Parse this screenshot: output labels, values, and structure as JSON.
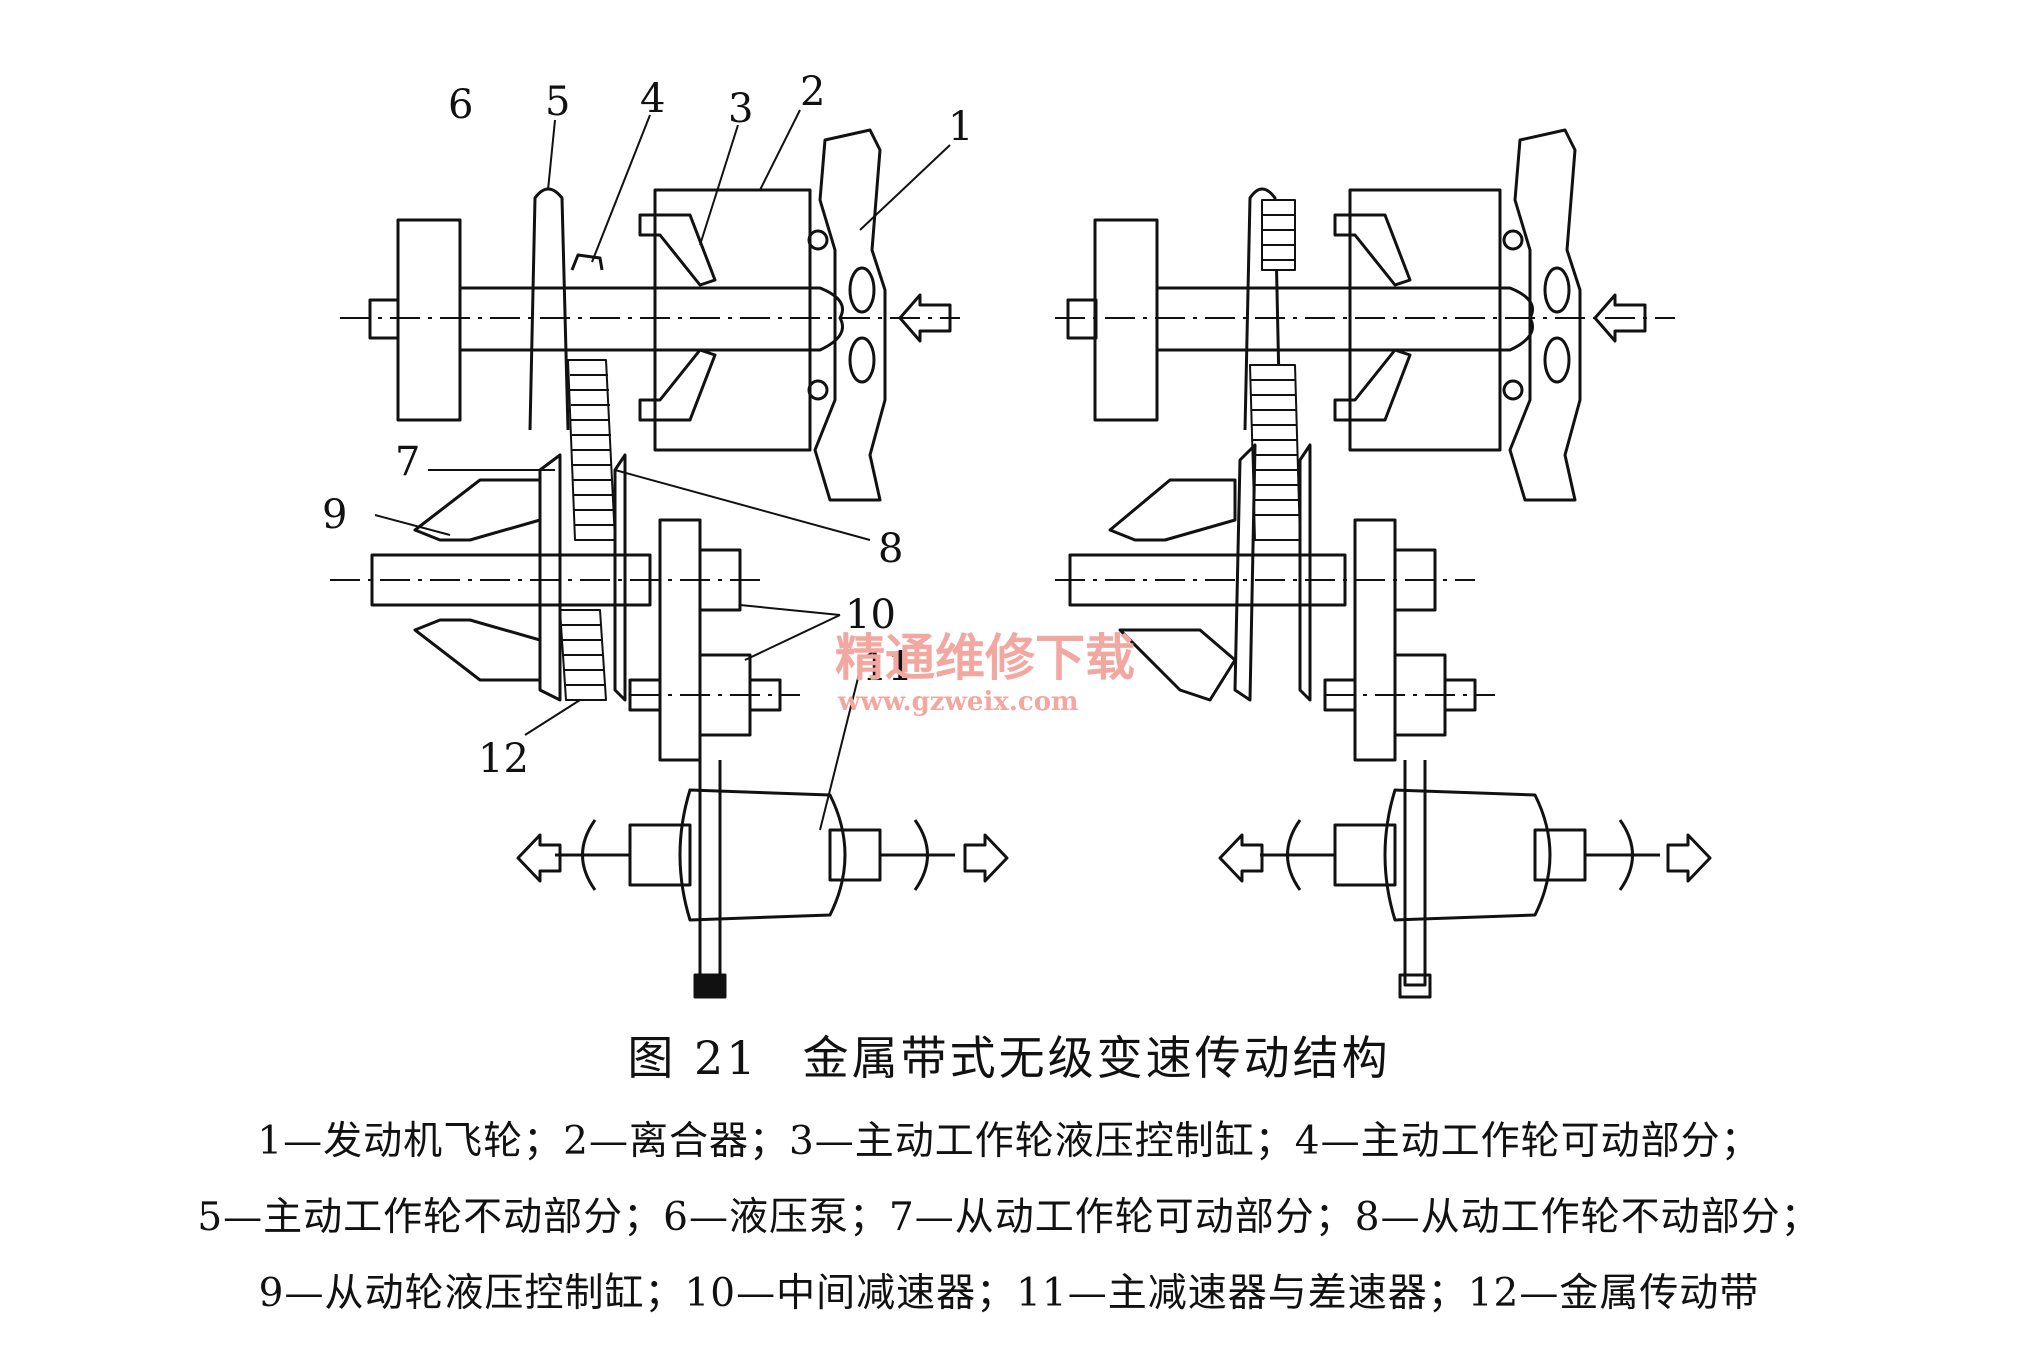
{
  "figure": {
    "number": "图 21",
    "title": "金属带式无级变速传动结构"
  },
  "callouts": [
    "1",
    "2",
    "3",
    "4",
    "5",
    "6",
    "7",
    "8",
    "9",
    "10",
    "11",
    "12"
  ],
  "legend": {
    "line1": "1—发动机飞轮；2—离合器；3—主动工作轮液压控制缸；4—主动工作轮可动部分；",
    "line2": "5—主动工作轮不动部分；6—液压泵；7—从动工作轮可动部分；8—从动工作轮不动部分；",
    "line3": "9—从动轮液压控制缸；10—中间减速器；11—主减速器与差速器；12—金属传动带"
  },
  "watermark": {
    "cn": "精通维修下载",
    "url": "www.gzweix.com"
  },
  "colors": {
    "ink": "#111111",
    "watermark": "#f2a8a0",
    "paper": "#ffffff"
  }
}
